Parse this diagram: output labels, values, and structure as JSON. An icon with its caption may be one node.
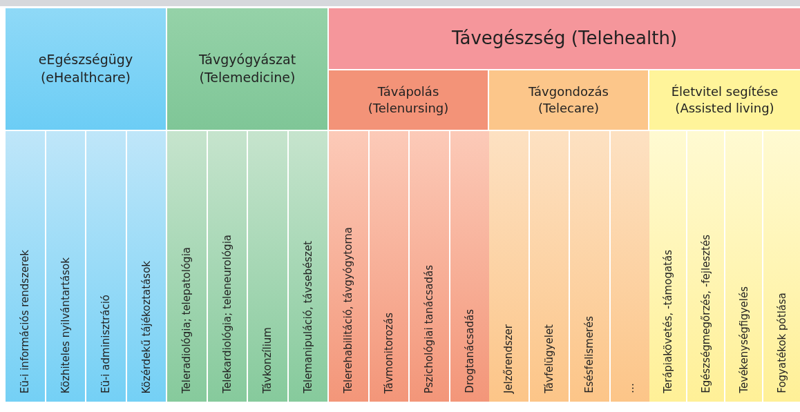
{
  "diagram": {
    "nodes": [
      {
        "text": [
          "eEgészségügy (eHealthcare)"
        ]
      },
      {
        "text": [
          "Távgyógyászat (Telemedicine)"
        ]
      },
      {
        "text": [
          "Távegészség (Telehealth)"
        ]
      },
      {
        "text": [
          "Távápolás (Telenursing)"
        ]
      },
      {
        "text": [
          "Távgondozás (Telecare)"
        ]
      },
      {
        "text": [
          "Életvitel segítése (Assisted living)"
        ]
      },
      {
        "text": [
          "Eü-i információs rendszerek"
        ]
      },
      {
        "text": [
          "Közhiteles nyilvántartások"
        ]
      },
      {
        "text": [
          "Eü-i adminisztráció"
        ]
      },
      {
        "text": [
          "Közérdekű tájékoztatások"
        ]
      },
      {
        "text": [
          "Teleradiológia; telepatológia"
        ]
      },
      {
        "text": [
          "Telekardiológia; teleneurológia"
        ]
      },
      {
        "text": [
          "Távkonzílium"
        ]
      },
      {
        "text": [
          "Telemanipuláció, távsebészet"
        ]
      },
      {
        "text": [
          "Telerehabilitáció, távgyógytorna"
        ]
      },
      {
        "text": [
          "Távmonitorozás"
        ]
      },
      {
        "text": [
          "Pszichológiai tanácsadás"
        ]
      },
      {
        "text": [
          "Drogtanácsadás"
        ]
      },
      {
        "text": [
          "Jelzőrendszer"
        ]
      },
      {
        "text": [
          "Távfelügyelet"
        ]
      },
      {
        "text": [
          "Esésfelismerés"
        ]
      },
      {
        "text": [
          "…"
        ]
      },
      {
        "text": [
          "Terápiakövetés, -támogatás"
        ]
      },
      {
        "text": [
          "Egészségmegőrzés, -fejlesztés"
        ]
      },
      {
        "text": [
          "Tevékenységfigyelés"
        ]
      },
      {
        "text": [
          "Fogyatékok pótlása"
        ]
      }
    ]
  }
}
